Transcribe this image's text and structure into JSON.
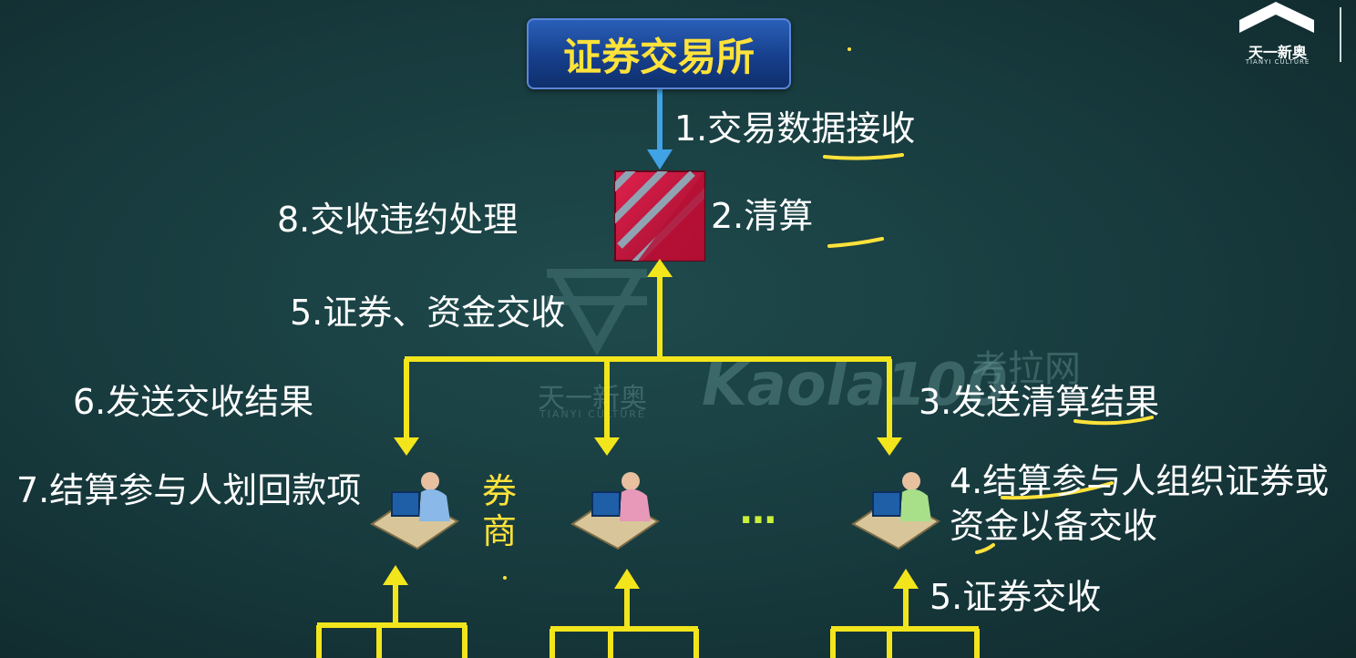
{
  "exchange": "证券交易所",
  "steps": {
    "s1": "1.交易数据接收",
    "s2": "2.清算",
    "s3": "3.发送清算结果",
    "s4": "4.结算参与人组织证券或资金以备交收",
    "s5a": "5.证券、资金交收",
    "s5b": "5.证券交收",
    "s6": "6.发送交收结果",
    "s7": "7.结算参与人划回款项",
    "s8": "8.交收违约处理"
  },
  "brokers_label": "券商",
  "ellipsis": "…",
  "logo": {
    "name": "天一新奥",
    "sub": "TIANYI CULTURE"
  },
  "watermarks": {
    "w1": "天一新奥",
    "w1_sub": "TIANYI CULTURE",
    "w2": "Kaola100",
    "w3": "考拉网"
  },
  "colors": {
    "arrow_blue": "#3fa3e6",
    "connector_yellow": "#f2e51c",
    "highlight_yellow": "#ffe23a",
    "clearing_red": "#c8143b"
  }
}
